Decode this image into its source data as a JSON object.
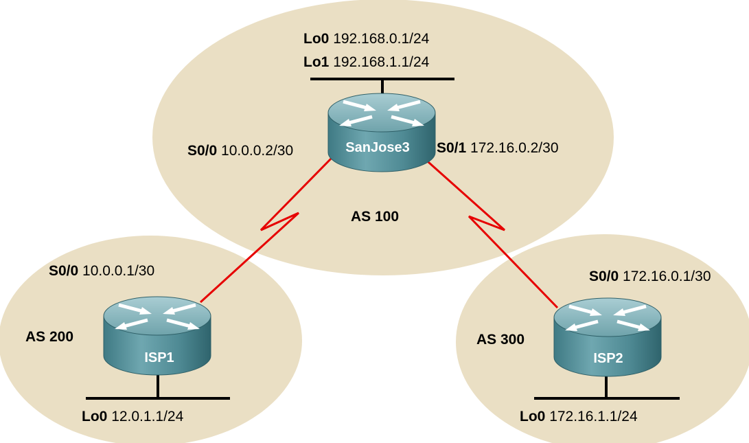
{
  "colors": {
    "area_fill": "#eadfc4",
    "serial_link": "#e60000",
    "ethernet": "#000000",
    "router_top": "#8fb8c0",
    "router_side": "#4f8a94",
    "router_arrows": "#ffffff"
  },
  "autonomous_systems": {
    "as100": "AS 100",
    "as200": "AS 200",
    "as300": "AS 300"
  },
  "routers": {
    "sanjose3": {
      "name": "SanJose3",
      "icon": "router-icon",
      "lo0": {
        "if": "Lo0",
        "addr": "192.168.0.1/24"
      },
      "lo1": {
        "if": "Lo1",
        "addr": "192.168.1.1/24"
      },
      "s00": {
        "if": "S0/0",
        "addr": "10.0.0.2/30"
      },
      "s01": {
        "if": "S0/1",
        "addr": "172.16.0.2/30"
      }
    },
    "isp1": {
      "name": "ISP1",
      "icon": "router-icon",
      "s00": {
        "if": "S0/0",
        "addr": "10.0.0.1/30"
      },
      "lo0": {
        "if": "Lo0",
        "addr": "12.0.1.1/24"
      }
    },
    "isp2": {
      "name": "ISP2",
      "icon": "router-icon",
      "s00": {
        "if": "S0/0",
        "addr": "172.16.0.1/30"
      },
      "lo0": {
        "if": "Lo0",
        "addr": "172.16.1.1/24"
      }
    }
  }
}
